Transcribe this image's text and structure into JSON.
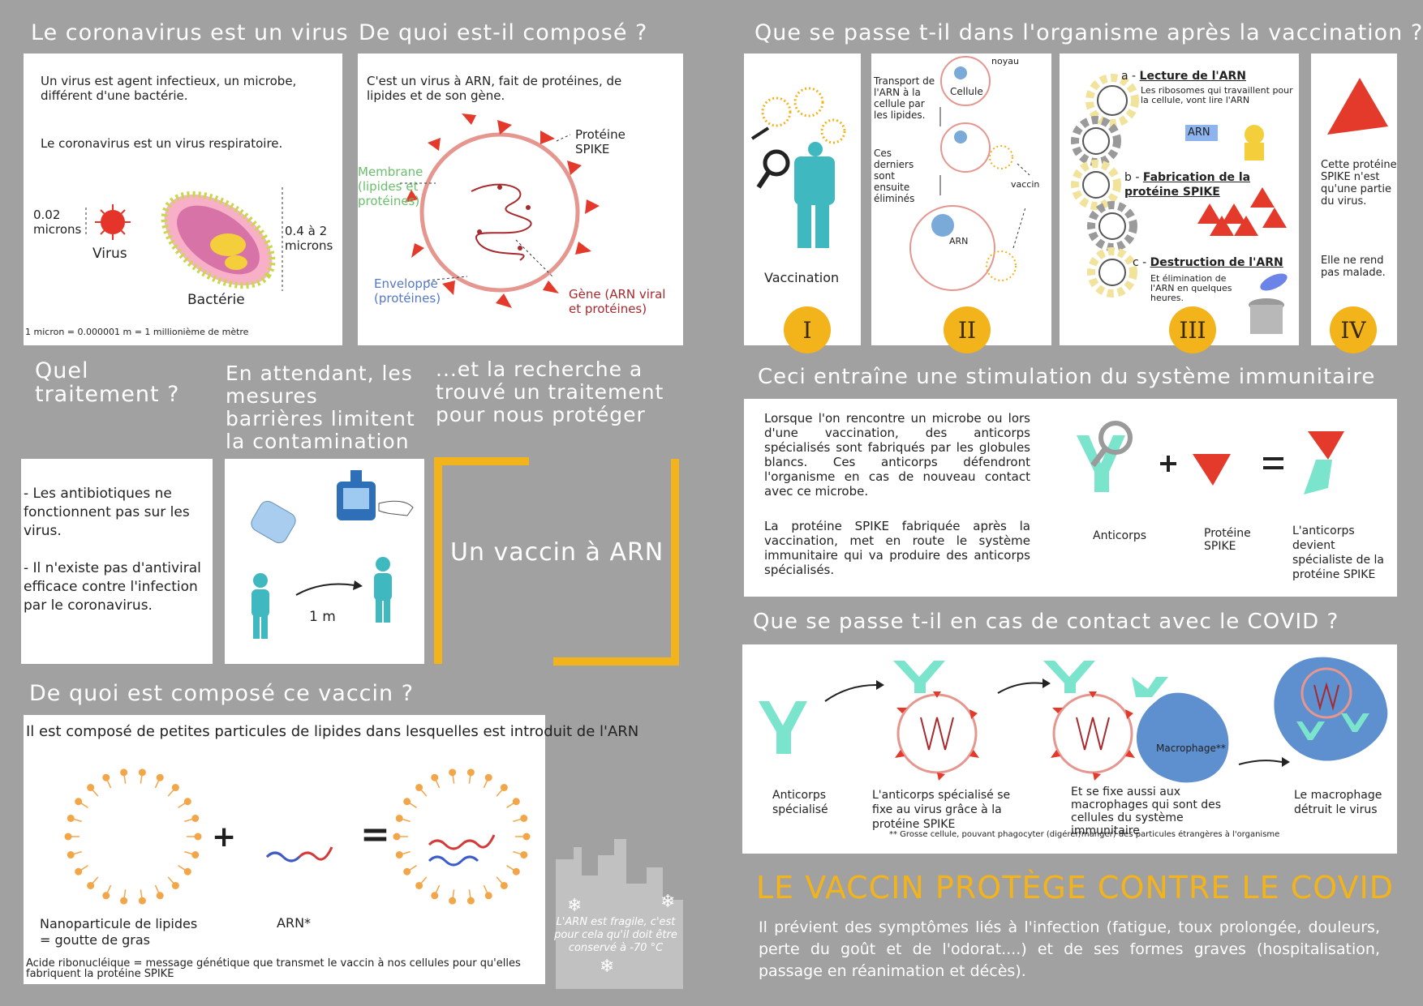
{
  "left": {
    "h1": "Le coronavirus est un virus",
    "p1": "Un virus est agent infectieux, un microbe, différent d'une bactérie.",
    "p2": "Le coronavirus est un virus respiratoire.",
    "size_virus": "0.02 microns",
    "label_virus": "Virus",
    "size_bact": "0.4 à 2 microns",
    "label_bact": "Bactérie",
    "micron_note": "1 micron = 0.000001 m = 1 millionième de mètre",
    "h2": "De quoi est-il composé ?",
    "p3": "C'est un virus à ARN, fait de protéines, de lipides et de son gène.",
    "lbl_spike": "Protéine SPIKE",
    "lbl_membrane": "Membrane (lipides et protéines)",
    "lbl_enveloppe": "Enveloppe (protéines)",
    "lbl_gene": "Gène (ARN viral et protéines)",
    "h3": "Quel traitement ?",
    "h4": "En attendant, les mesures barrières limitent la contamination",
    "h5": "...et la recherche a trouvé un traitement pour nous protéger",
    "treat1": "- Les antibiotiques ne fonctionnent pas sur les virus.",
    "treat2": "- Il n'existe pas d'antiviral efficace contre l'infection par le coronavirus.",
    "dist": "1 m",
    "vaccine_title": "Un vaccin à ARN",
    "h6": "De quoi est composé ce vaccin ?",
    "p4": "Il est composé de petites particules de lipides dans lesquelles est introduit de l'ARN",
    "nano_label": "Nanoparticule de lipides = goutte de gras",
    "arn_label": "ARN*",
    "plus": "+",
    "equals": "=",
    "acide_note": "Acide ribonucléique = message génétique que transmet le vaccin à nos cellules pour qu'elles fabriquent la protéine SPIKE",
    "fragile": "L'ARN est fragile, c'est pour cela qu'il doit être conservé à -70 °C"
  },
  "right": {
    "h1": "Que se passe t-il dans l'organisme après la vaccination ?",
    "vaccination": "Vaccination",
    "noyau": "noyau",
    "cellule": "Cellule",
    "transport": "Transport de l'ARN à la cellule par les lipides.",
    "elimines": "Ces derniers sont ensuite éliminés",
    "vaccin": "vaccin",
    "arn": "ARN",
    "step_a_letter": "a -",
    "step_a": "Lecture de l'ARN",
    "step_a_desc": "Les ribosomes qui travaillent pour la cellule, vont lire l'ARN",
    "step_b_letter": "b -",
    "step_b": "Fabrication de la protéine SPIKE",
    "step_c_letter": "c -",
    "step_c": "Destruction de l'ARN",
    "step_c_desc": "Et élimination de l'ARN en quelques heures.",
    "spike_part": "Cette protéine SPIKE n'est qu'une partie du virus.",
    "not_sick": "Elle ne rend pas malade.",
    "badges": [
      "I",
      "II",
      "III",
      "IV"
    ],
    "h2": "Ceci entraîne une stimulation du système immunitaire",
    "immune1": "Lorsque l'on rencontre un microbe ou lors d'une vaccination, des anticorps spécialisés sont fabriqués par les globules blancs. Ces anticorps défendront l'organisme en cas de nouveau contact avec ce microbe.",
    "immune2": "La protéine SPIKE fabriquée après la vaccination, met en route le système immunitaire qui va produire des anticorps spécialisés.",
    "anticorps": "Anticorps",
    "proteine_spike": "Protéine SPIKE",
    "specialiste": "L'anticorps devient spécialiste de la protéine SPIKE",
    "h3": "Que se passe t-il en cas de contact avec le COVID ?",
    "c1": "Anticorps spécialisé",
    "c2": "L'anticorps spécialisé se fixe au virus grâce à la protéine SPIKE",
    "c3": "Et se fixe aussi aux macrophages qui sont des cellules du système immunitaire",
    "macrophage": "Macrophage**",
    "c4": "Le macrophage détruit le virus",
    "note": "** Grosse cellule, pouvant phagocyter (digérer/manger) des particules étrangères à l'organisme",
    "big_title": "LE VACCIN PROTÈGE CONTRE LE COVID",
    "conclusion": "Il prévient des symptômes liés à l'infection (fatigue, toux prolongée, douleurs, perte du goût et de l'odorat....) et de ses formes graves (hospitalisation, passage en réanimation et décès)."
  },
  "colors": {
    "background": "#a1a1a1",
    "gold": "#f2b31b",
    "teal": "#3fb8bf",
    "red": "#e43a2c",
    "membrane": "#e08c84"
  }
}
